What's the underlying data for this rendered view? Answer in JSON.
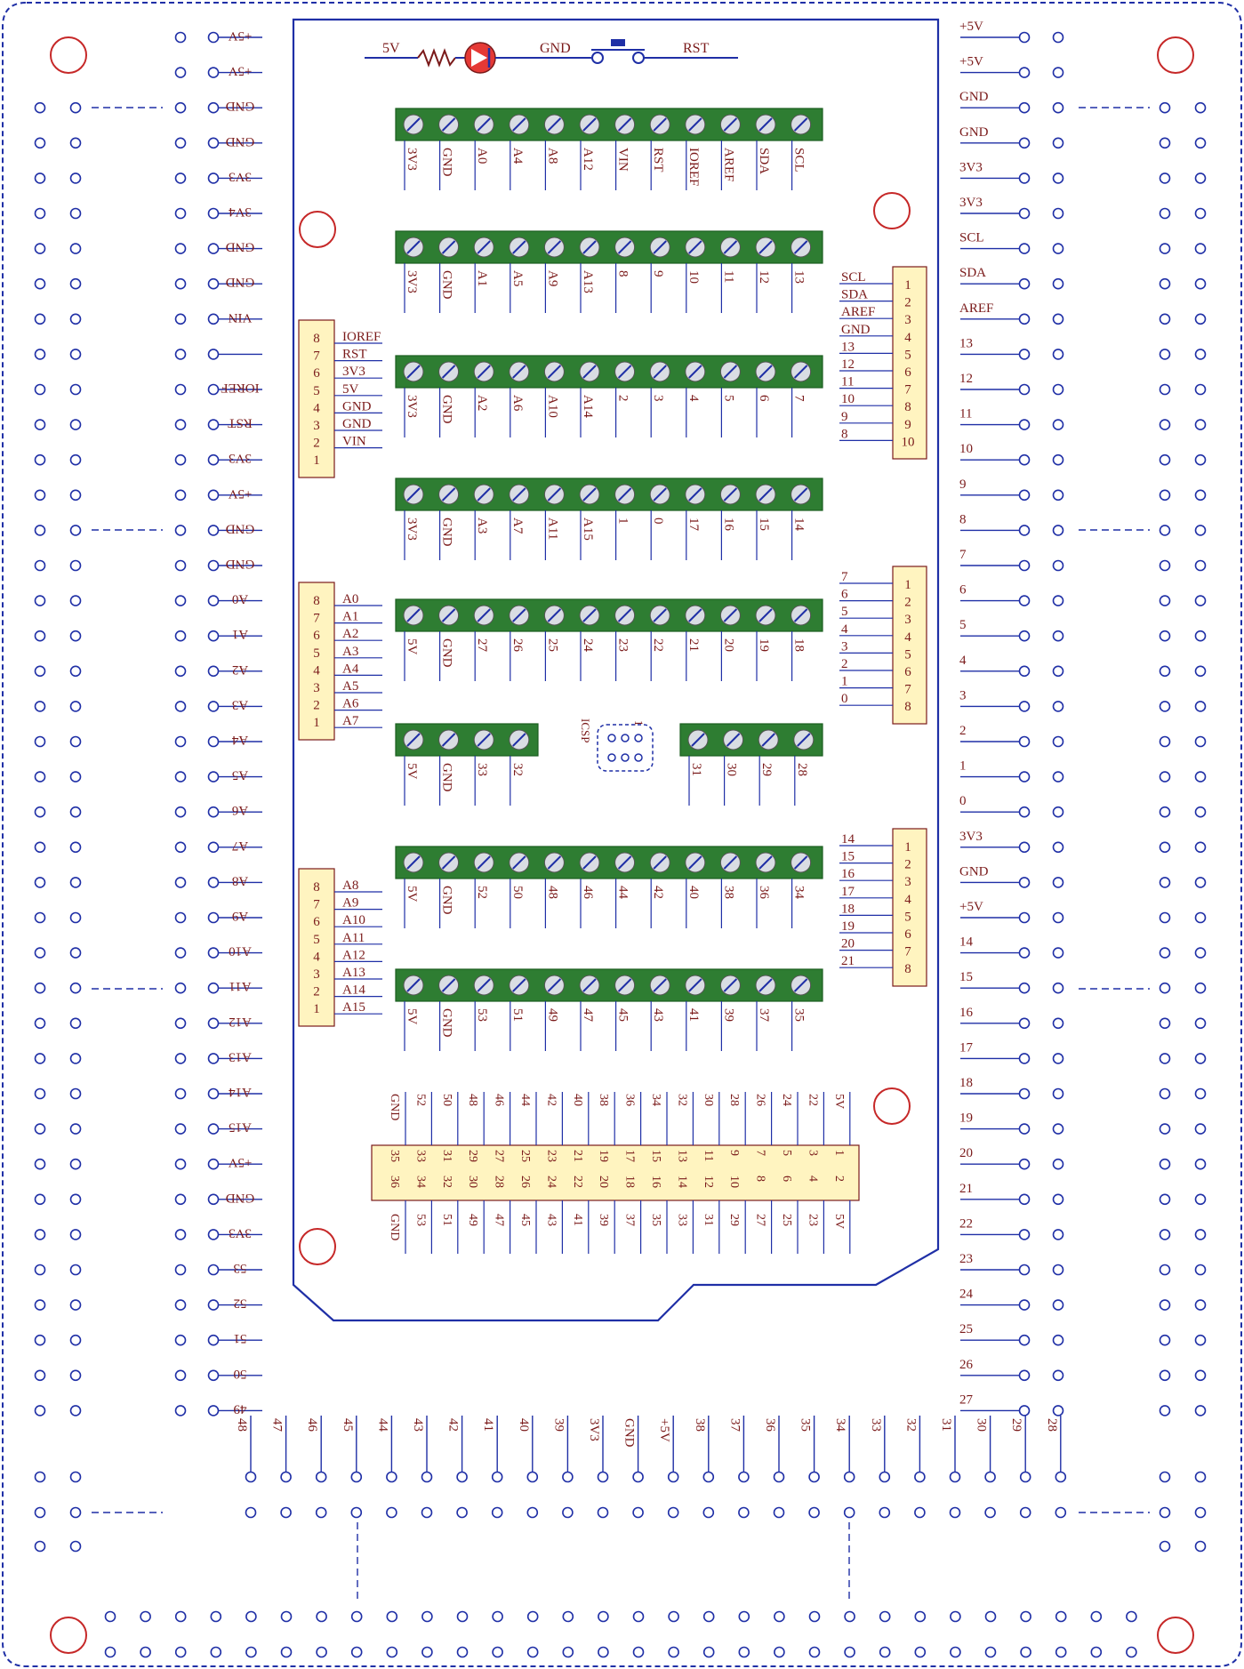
{
  "colors": {
    "outline": "#1f2fa6",
    "label": "#7a1a1a",
    "terminal": "#2e7d32",
    "screw": "#d9dde3",
    "header": "#fff4c0",
    "hole": "#c62828",
    "led": "#e53935"
  },
  "top_circuit": {
    "v5": "5V",
    "gnd": "GND",
    "rst": "RST",
    "led": "led-icon",
    "resistor": "resistor-icon",
    "button": "pushbutton-icon"
  },
  "icsp": {
    "label": "ICSP",
    "pin": "1"
  },
  "terminal_blocks": [
    {
      "labels": [
        "3V3",
        "GND",
        "A0",
        "A4",
        "A8",
        "A12",
        "VIN",
        "RST",
        "IOREF",
        "AREF",
        "SDA",
        "SCL"
      ]
    },
    {
      "labels": [
        "3V3",
        "GND",
        "A1",
        "A5",
        "A9",
        "A13",
        "8",
        "9",
        "10",
        "11",
        "12",
        "13"
      ]
    },
    {
      "labels": [
        "3V3",
        "GND",
        "A2",
        "A6",
        "A10",
        "A14",
        "2",
        "3",
        "4",
        "5",
        "6",
        "7"
      ]
    },
    {
      "labels": [
        "3V3",
        "GND",
        "A3",
        "A7",
        "A11",
        "A15",
        "1",
        "0",
        "17",
        "16",
        "15",
        "14"
      ]
    },
    {
      "labels": [
        "5V",
        "GND",
        "27",
        "26",
        "25",
        "24",
        "23",
        "22",
        "21",
        "20",
        "19",
        "18"
      ]
    },
    {
      "labels": [
        "5V",
        "GND",
        "33",
        "32"
      ]
    },
    {
      "labels": [
        "31",
        "30",
        "29",
        "28"
      ]
    },
    {
      "labels": [
        "5V",
        "GND",
        "52",
        "50",
        "48",
        "46",
        "44",
        "42",
        "40",
        "38",
        "36",
        "34"
      ]
    },
    {
      "labels": [
        "5V",
        "GND",
        "53",
        "51",
        "49",
        "47",
        "45",
        "43",
        "41",
        "39",
        "37",
        "35"
      ]
    }
  ],
  "left_headers": [
    {
      "nums": [
        "8",
        "7",
        "6",
        "5",
        "4",
        "3",
        "2",
        "1"
      ],
      "labels": [
        "IOREF",
        "RST",
        "3V3",
        "5V",
        "GND",
        "GND",
        "VIN"
      ]
    },
    {
      "nums": [
        "8",
        "7",
        "6",
        "5",
        "4",
        "3",
        "2",
        "1"
      ],
      "labels": [
        "A0",
        "A1",
        "A2",
        "A3",
        "A4",
        "A5",
        "A6",
        "A7"
      ]
    },
    {
      "nums": [
        "8",
        "7",
        "6",
        "5",
        "4",
        "3",
        "2",
        "1"
      ],
      "labels": [
        "A8",
        "A9",
        "A10",
        "A11",
        "A12",
        "A13",
        "A14",
        "A15"
      ]
    }
  ],
  "right_headers": [
    {
      "nums": [
        "1",
        "2",
        "3",
        "4",
        "5",
        "6",
        "7",
        "8",
        "9",
        "10"
      ],
      "labels": [
        "SCL",
        "SDA",
        "AREF",
        "GND",
        "13",
        "12",
        "11",
        "10",
        "9",
        "8"
      ]
    },
    {
      "nums": [
        "1",
        "2",
        "3",
        "4",
        "5",
        "6",
        "7",
        "8"
      ],
      "labels": [
        "7",
        "6",
        "5",
        "4",
        "3",
        "2",
        "1",
        "0"
      ]
    },
    {
      "nums": [
        "1",
        "2",
        "3",
        "4",
        "5",
        "6",
        "7",
        "8"
      ],
      "labels": [
        "14",
        "15",
        "16",
        "17",
        "18",
        "19",
        "20",
        "21"
      ]
    }
  ],
  "double_header": {
    "top_labels": [
      "GND",
      "52",
      "50",
      "48",
      "46",
      "44",
      "42",
      "40",
      "38",
      "36",
      "34",
      "32",
      "30",
      "28",
      "26",
      "24",
      "22",
      "5V"
    ],
    "top_nums": [
      "35",
      "33",
      "31",
      "29",
      "27",
      "25",
      "23",
      "21",
      "19",
      "17",
      "15",
      "13",
      "11",
      "9",
      "7",
      "5",
      "3",
      "1"
    ],
    "bottom_nums": [
      "36",
      "34",
      "32",
      "30",
      "28",
      "26",
      "24",
      "22",
      "20",
      "18",
      "16",
      "14",
      "12",
      "10",
      "8",
      "6",
      "4",
      "2"
    ],
    "bottom_labels": [
      "GND",
      "53",
      "51",
      "49",
      "47",
      "45",
      "43",
      "41",
      "39",
      "37",
      "35",
      "33",
      "31",
      "29",
      "27",
      "25",
      "23",
      "5V"
    ]
  },
  "left_edge_labels": [
    "+5V",
    "+5V",
    "GND",
    "GND",
    "3V3",
    "3V4",
    "GND",
    "GND",
    "VIN",
    "",
    "IOREF",
    "RST",
    "3V3",
    "+5V",
    "GND",
    "GND",
    "A0",
    "A1",
    "A2",
    "A3",
    "A4",
    "A5",
    "A6",
    "A7",
    "A8",
    "A9",
    "A10",
    "A11",
    "A12",
    "A13",
    "A14",
    "A15",
    "+5V",
    "GND",
    "3V3",
    "53",
    "52",
    "51",
    "50",
    "49"
  ],
  "right_edge_labels": [
    "+5V",
    "+5V",
    "GND",
    "GND",
    "3V3",
    "3V3",
    "SCL",
    "SDA",
    "AREF",
    "13",
    "12",
    "11",
    "10",
    "9",
    "8",
    "7",
    "6",
    "5",
    "4",
    "3",
    "2",
    "1",
    "0",
    "3V3",
    "GND",
    "+5V",
    "14",
    "15",
    "16",
    "17",
    "18",
    "19",
    "20",
    "21",
    "22",
    "23",
    "24",
    "25",
    "26",
    "27"
  ],
  "bottom_edge_labels": [
    "48",
    "47",
    "46",
    "45",
    "44",
    "43",
    "42",
    "41",
    "40",
    "39",
    "3V3",
    "GND",
    "+5V",
    "38",
    "37",
    "36",
    "35",
    "34",
    "33",
    "32",
    "31",
    "30",
    "29",
    "28"
  ]
}
